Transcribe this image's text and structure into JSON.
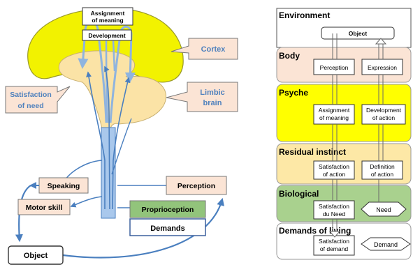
{
  "left": {
    "assignment_of_meaning_1": "Assignment",
    "assignment_of_meaning_2": "of meaning",
    "development": "Development",
    "cortex": "Cortex",
    "satisfaction_1": "Satisfaction",
    "satisfaction_2": "of need",
    "limbic_1": "Limbic",
    "limbic_2": "brain",
    "speaking": "Speaking",
    "motor_skill": "Motor skill",
    "perception": "Perception",
    "proprioception": "Proprioception",
    "demands": "Demands",
    "object": "Object"
  },
  "right": {
    "environment": "Environment",
    "object": "Object",
    "body": "Body",
    "perception": "Perception",
    "expression": "Expression",
    "psyche": "Psyche",
    "assignment_1": "Assignment",
    "assignment_2": "of meaning",
    "development_1": "Development",
    "development_2": "of action",
    "residual": "Residual instinct",
    "satisfaction_action_1": "Satisfaction",
    "satisfaction_action_2": "of action",
    "definition_1": "Definition",
    "definition_2": "of action",
    "biological": "Biological",
    "satisfaction_need_1": "Satisfaction",
    "satisfaction_need_2": "du Need",
    "need": "Need",
    "demands_living": "Demands of living",
    "satisfaction_demand_1": "Satisfaction",
    "satisfaction_demand_2": "of demand",
    "demand": "Demand"
  },
  "colors": {
    "cortex_fill": "#f2f200",
    "limbic_fill": "#fbe3a6",
    "stem_fill": "#a9c8ec",
    "arrow_blue": "#4a7fbf",
    "label_blue": "#4f81bd",
    "peach_fill": "#fbe4d5",
    "green_fill": "#92c47b",
    "layer_body": "#fbe4d5",
    "layer_psyche": "#ffff00",
    "layer_residual": "#fde8a6",
    "layer_biological": "#a9d18e"
  }
}
